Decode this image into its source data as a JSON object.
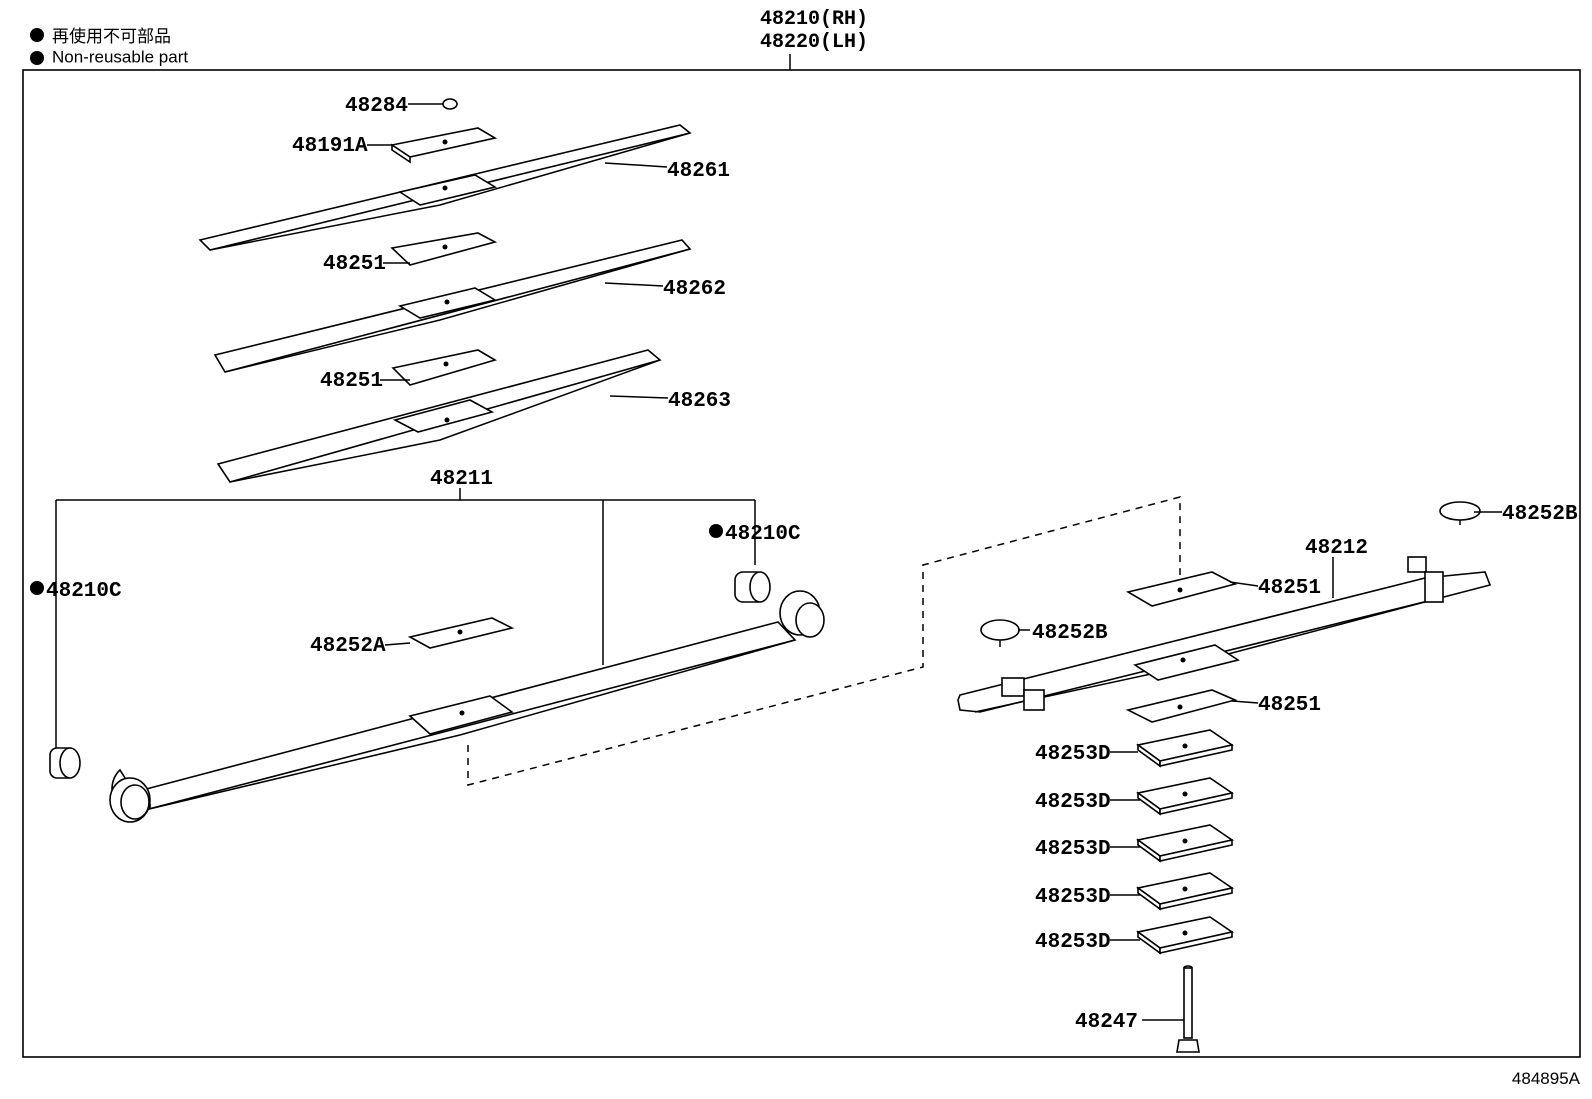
{
  "legend": {
    "jp": "再使用不可部品",
    "en": "Non-reusable part"
  },
  "header": {
    "rh": "48210(RH)",
    "lh": "48220(LH)"
  },
  "labels": {
    "p48284": "48284",
    "p48191A": "48191A",
    "p48261": "48261",
    "p48251_a": "48251",
    "p48262": "48262",
    "p48251_b": "48251",
    "p48263": "48263",
    "p48211": "48211",
    "p48210C_left": "48210C",
    "p48210C_right": "48210C",
    "p48252A": "48252A",
    "p48252B_top": "48252B",
    "p48212": "48212",
    "p48251_c": "48251",
    "p48252B_mid": "48252B",
    "p48251_d": "48251",
    "p48253D_1": "48253D",
    "p48253D_2": "48253D",
    "p48253D_3": "48253D",
    "p48253D_4": "48253D",
    "p48253D_5": "48253D",
    "p48247": "48247"
  },
  "figure_number": "484895A"
}
